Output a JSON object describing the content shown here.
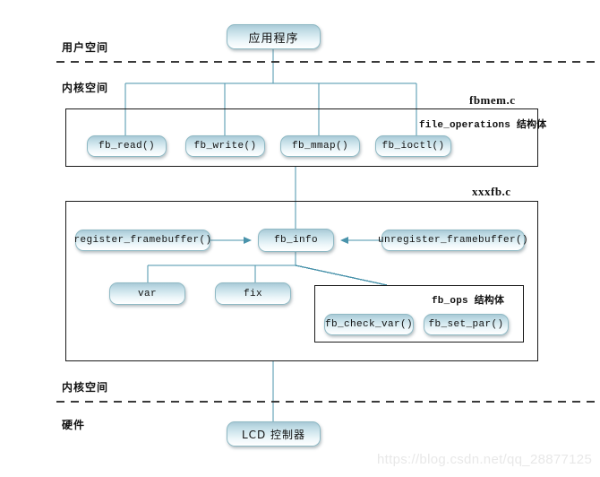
{
  "diagram": {
    "title_nodes": {
      "app": "应用程序",
      "lcd": "LCD 控制器"
    },
    "zones": [
      {
        "key": "user_space",
        "label": "用户空间"
      },
      {
        "key": "kernel_space_top",
        "label": "内核空间"
      },
      {
        "key": "kernel_space_bottom",
        "label": "内核空间"
      },
      {
        "key": "hardware",
        "label": "硬件"
      }
    ],
    "files": [
      {
        "key": "fbmem",
        "label": "fbmem.c"
      },
      {
        "key": "xxxfb",
        "label": "xxxfb.c"
      }
    ],
    "structs": [
      {
        "key": "file_operations",
        "label": "file_operations 结构体"
      },
      {
        "key": "fb_ops",
        "label": "fb_ops 结构体"
      }
    ],
    "file_operations_nodes": [
      {
        "key": "fb_read",
        "label": "fb_read()"
      },
      {
        "key": "fb_write",
        "label": "fb_write()"
      },
      {
        "key": "fb_mmap",
        "label": "fb_mmap()"
      },
      {
        "key": "fb_ioctl",
        "label": "fb_ioctl()"
      }
    ],
    "xxxfb_nodes": [
      {
        "key": "register_framebuffer",
        "label": "register_framebuffer()"
      },
      {
        "key": "fb_info",
        "label": "fb_info"
      },
      {
        "key": "unregister_framebuffer",
        "label": "unregister_framebuffer()"
      },
      {
        "key": "var",
        "label": "var"
      },
      {
        "key": "fix",
        "label": "fix"
      }
    ],
    "fb_ops_nodes": [
      {
        "key": "fb_check_var",
        "label": "fb_check_var()"
      },
      {
        "key": "fb_set_par",
        "label": "fb_set_par()"
      }
    ],
    "watermark": "https://blog.csdn.net/qq_28877125",
    "colors": {
      "connector": "#4a93ab",
      "node_border": "#8fb9c4",
      "box_border": "#1a1a1a",
      "divider": "#3a3a3a",
      "text": "#111111",
      "watermark": "#e8e8e8"
    }
  }
}
